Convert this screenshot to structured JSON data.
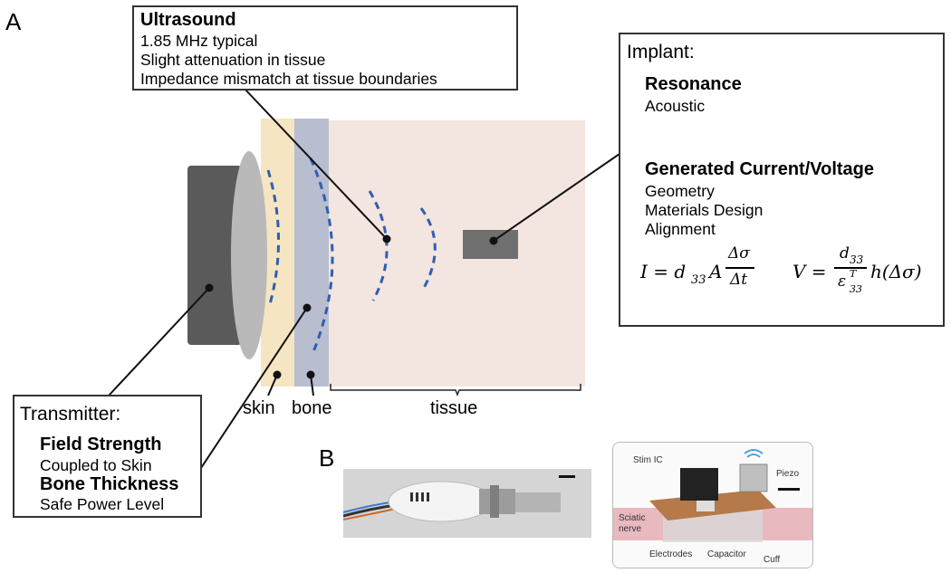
{
  "panel_labels": {
    "a": "A",
    "b": "B"
  },
  "ultrasound_box": {
    "title": "Ultrasound",
    "lines": [
      "1.85 MHz typical",
      "Slight attenuation in tissue",
      "Impedance mismatch at tissue boundaries"
    ]
  },
  "implant_box": {
    "title": "Implant:",
    "resonance_heading": "Resonance",
    "resonance_detail": "Acoustic",
    "generated_heading": "Generated Current/Voltage",
    "generated_details": [
      "Geometry",
      "Materials Design",
      "Alignment"
    ],
    "equation_current": {
      "lhs": "I = d",
      "sub": "33",
      "mid": "A",
      "num": "Δσ",
      "den": "Δt"
    },
    "equation_voltage": {
      "lhs": "V =",
      "num_main": "d",
      "num_sub": "33",
      "den_main": "ε",
      "den_sup": "T",
      "den_sub": "33",
      "tail": "h(Δσ)"
    }
  },
  "transmitter_box": {
    "title": "Transmitter:",
    "field_heading": "Field Strength",
    "field_detail": "Coupled to Skin",
    "bone_heading": "Bone Thickness",
    "bone_detail": "Safe Power Level"
  },
  "layer_labels": {
    "skin": "skin",
    "bone": "bone",
    "tissue": "tissue"
  },
  "photo_b_right_labels": {
    "stim_ic": "Stim IC",
    "piezo": "Piezo",
    "sciatic": "Sciatic",
    "nerve": "nerve",
    "electrodes": "Electrodes",
    "capacitor": "Capacitor",
    "cuff": "Cuff"
  },
  "colors": {
    "skin": "#f5e5c2",
    "bone": "#b9bdd0",
    "tissue": "#f3e5df",
    "wave": "#2f5fae",
    "transducer_dark": "#5a5a5a",
    "transducer_light": "#b9b9b9",
    "implant": "#6f6f6f"
  }
}
